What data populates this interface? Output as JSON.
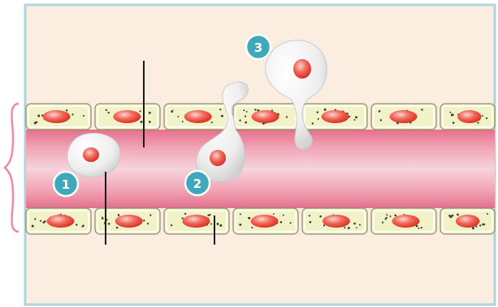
{
  "diagram": {
    "background_color": "#fbeee0",
    "frame_color": "#a9d6de",
    "vessel_color": "#ee93aa",
    "cell_fill": "#f2f2c9",
    "nucleus_color": "#e03c2c",
    "bracket_color": "#f08aa2",
    "badge_color": "#3fa9bb",
    "leukocyte_color": "#f4f4f4",
    "steps": [
      {
        "label": "1"
      },
      {
        "label": "2"
      },
      {
        "label": "3"
      }
    ],
    "endothelial_cells": {
      "top_row": 7,
      "bottom_row": 7
    },
    "label_lines": 3
  }
}
